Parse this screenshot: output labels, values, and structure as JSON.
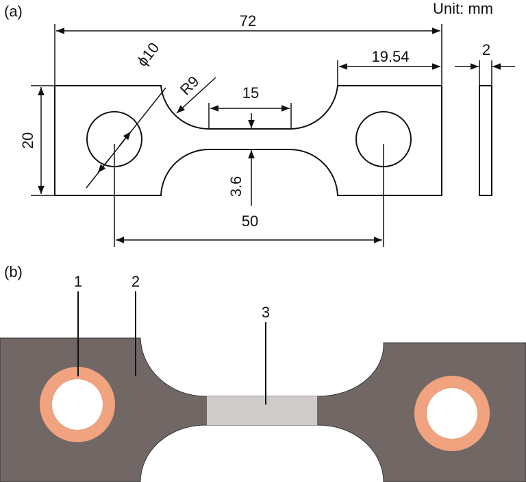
{
  "panel_a": {
    "label": "(a)",
    "unit": "Unit: mm",
    "dimensions": {
      "overall_length": "72",
      "grip_length": "19.54",
      "thickness": "2",
      "width": "20",
      "gauge_length": "15",
      "gauge_width": "3.6",
      "hole_spacing": "50",
      "hole_diameter": "ϕ10",
      "fillet_radius": "R9"
    }
  },
  "panel_b": {
    "label": "(b)",
    "callouts": [
      "1",
      "2",
      "3"
    ]
  },
  "colors": {
    "specimen": "#716866",
    "gauge": "#cfcbca",
    "ring": "#f0a37e",
    "line": "#111111"
  }
}
